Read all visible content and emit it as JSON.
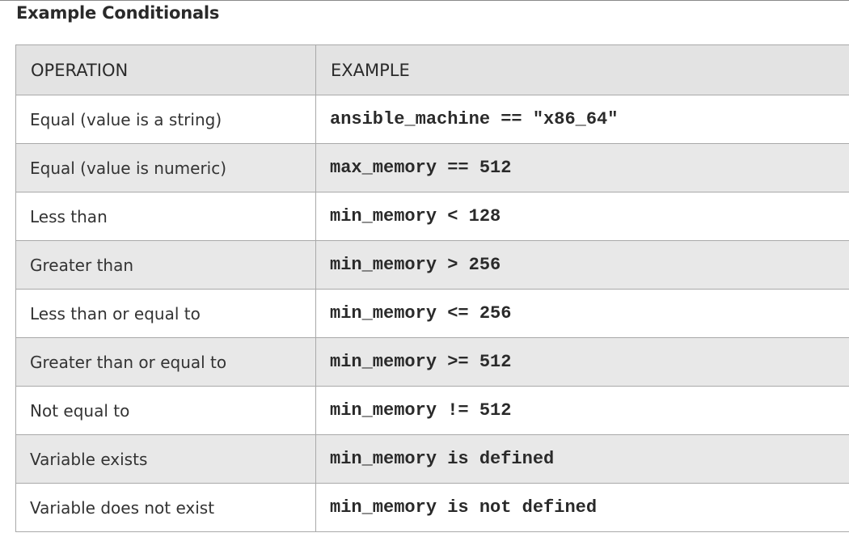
{
  "heading": "Example Conditionals",
  "table": {
    "headers": [
      "OPERATION",
      "EXAMPLE"
    ],
    "rows": [
      {
        "operation": "Equal (value is a string)",
        "example": "ansible_machine == \"x86_64\""
      },
      {
        "operation": "Equal (value is numeric)",
        "example": "max_memory == 512"
      },
      {
        "operation": "Less than",
        "example": "min_memory < 128"
      },
      {
        "operation": "Greater than",
        "example": "min_memory > 256"
      },
      {
        "operation": "Less than or equal to",
        "example": "min_memory <= 256"
      },
      {
        "operation": "Greater than or equal to",
        "example": "min_memory >= 512"
      },
      {
        "operation": "Not equal to",
        "example": "min_memory != 512"
      },
      {
        "operation": "Variable exists",
        "example": "min_memory is defined"
      },
      {
        "operation": "Variable does not exist",
        "example": "min_memory is not defined"
      }
    ]
  }
}
